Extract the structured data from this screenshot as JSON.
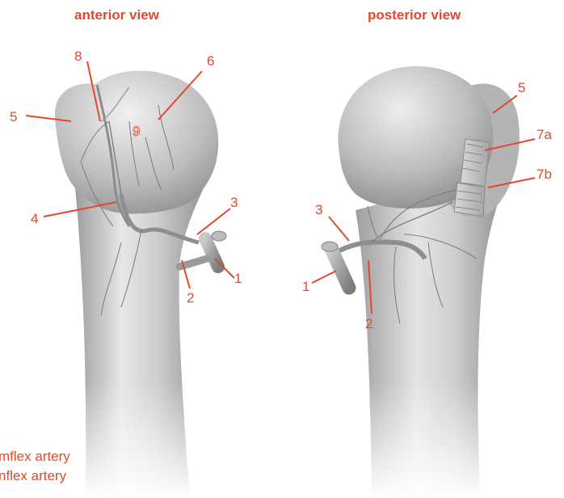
{
  "titles": {
    "anterior": "anterior view",
    "posterior": "posterior view"
  },
  "anterior_labels": {
    "l8": "8",
    "l6": "6",
    "l5": "5",
    "l9": "9",
    "l3": "3",
    "l4": "4",
    "l1": "1",
    "l2": "2"
  },
  "posterior_labels": {
    "l5": "5",
    "l7a": "7a",
    "l7b": "7b",
    "l3": "3",
    "l1": "1",
    "l2": "2"
  },
  "legend": {
    "line1": "mflex artery",
    "line2": "nflex artery"
  },
  "colors": {
    "accent": "#e2492a",
    "bone_light": "#e8e8e8",
    "bone_dark": "#8e8e8e"
  }
}
